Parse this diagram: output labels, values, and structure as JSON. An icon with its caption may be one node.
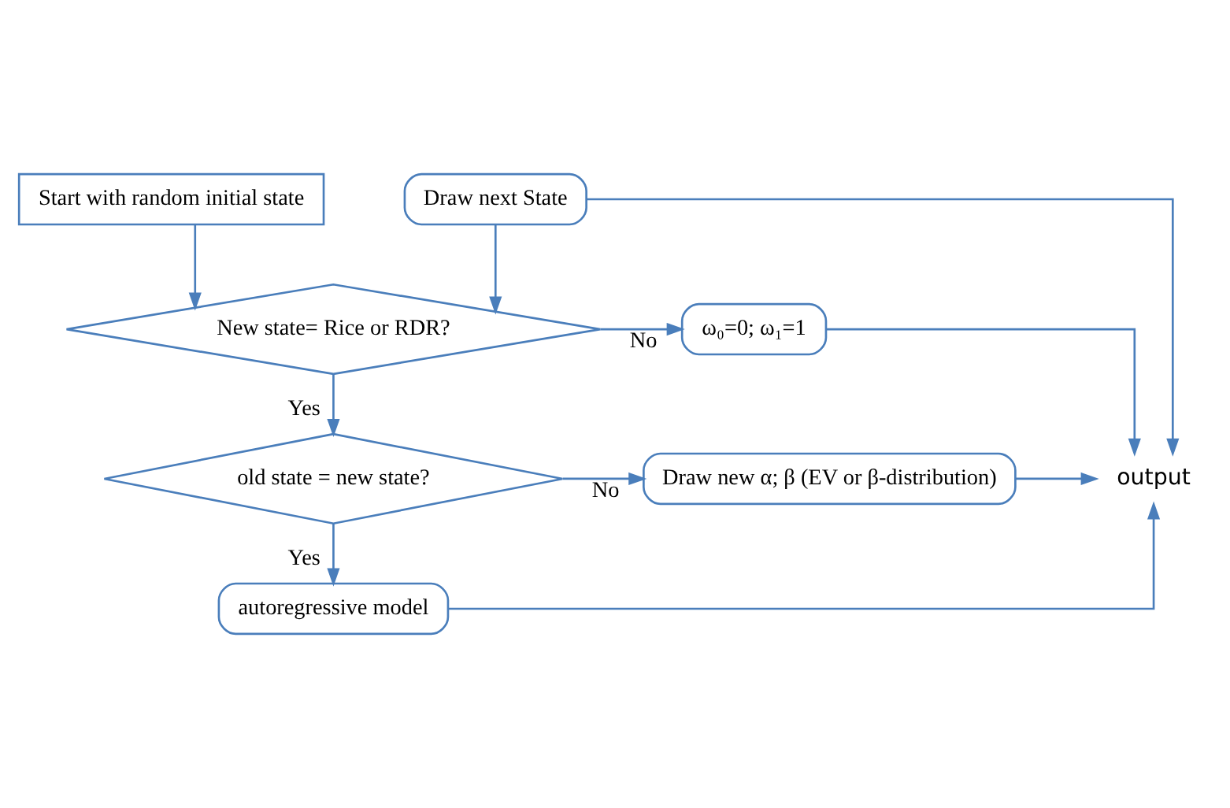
{
  "diagram": {
    "nodes": [
      {
        "text": [
          "Start with random initial state"
        ]
      },
      {
        "text": [
          "Draw next State"
        ]
      },
      {
        "text": [
          "New state= Rice or RDR?"
        ]
      },
      {
        "text": [
          "ω₀=0; ω₁=1"
        ]
      },
      {
        "text": [
          "old state = new state?"
        ]
      },
      {
        "text": [
          "Draw new α; β (EV or β-distribution)"
        ]
      },
      {
        "text": [
          "autoregressive model"
        ]
      },
      {
        "text": [
          "output"
        ]
      }
    ],
    "edges": [
      {
        "from": 0,
        "to": 2,
        "arrow": "to"
      },
      {
        "from": 1,
        "to": 2,
        "arrow": "to"
      },
      {
        "from": 2,
        "to": 3,
        "arrow": "to",
        "label": "No"
      },
      {
        "from": 2,
        "to": 4,
        "arrow": "to",
        "label": "Yes"
      },
      {
        "from": 4,
        "to": 5,
        "arrow": "to",
        "label": "No"
      },
      {
        "from": 4,
        "to": 6,
        "arrow": "to",
        "label": "Yes"
      },
      {
        "from": 1,
        "to": 7,
        "arrow": "to"
      },
      {
        "from": 3,
        "to": 7,
        "arrow": "to"
      },
      {
        "from": 5,
        "to": 7,
        "arrow": "to"
      },
      {
        "from": 6,
        "to": 7,
        "arrow": "to"
      }
    ]
  }
}
